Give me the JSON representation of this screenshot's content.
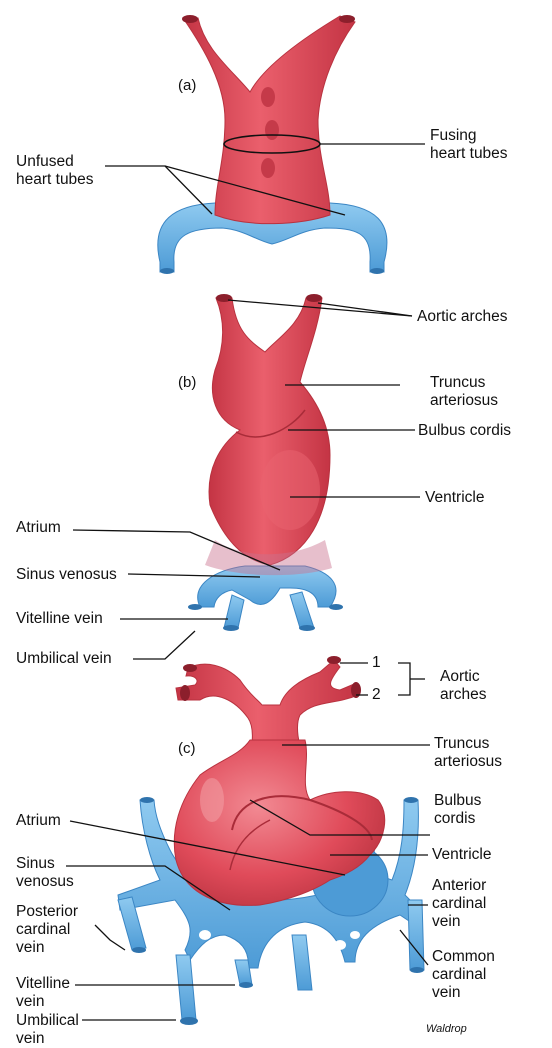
{
  "panels": [
    {
      "id": "a",
      "label": "(a)",
      "labels": {
        "fusing": [
          "Fusing",
          "heart tubes"
        ],
        "unfused": [
          "Unfused",
          "heart tubes"
        ]
      }
    },
    {
      "id": "b",
      "label": "(b)",
      "labels": {
        "aortic_arches": "Aortic arches",
        "truncus": [
          "Truncus",
          "arteriosus"
        ],
        "bulbus": "Bulbus cordis",
        "ventricle": "Ventricle",
        "atrium": "Atrium",
        "sinus": "Sinus venosus",
        "vitelline": "Vitelline vein",
        "umbilical": "Umbilical vein"
      }
    },
    {
      "id": "c",
      "label": "(c)",
      "labels": {
        "arch_1": "1",
        "arch_2": "2",
        "aortic_arches": [
          "Aortic",
          "arches"
        ],
        "truncus": [
          "Truncus",
          "arteriosus"
        ],
        "bulbus": [
          "Bulbus",
          "cordis"
        ],
        "atrium": "Atrium",
        "ventricle": "Ventricle",
        "sinus": [
          "Sinus",
          "venosus"
        ],
        "anterior_cardinal": [
          "Anterior",
          "cardinal",
          "vein"
        ],
        "posterior_cardinal": [
          "Posterior",
          "cardinal",
          "vein"
        ],
        "common_cardinal": [
          "Common",
          "cardinal",
          "vein"
        ],
        "vitelline": [
          "Vitelline",
          "vein"
        ],
        "umbilical": [
          "Umbilical",
          "vein"
        ]
      }
    }
  ],
  "artist": "Waldrop",
  "colors": {
    "arterial": "#e04b5a",
    "arterial_dark": "#b8323f",
    "arterial_light": "#f3a0a6",
    "venous": "#6fb6e6",
    "venous_dark": "#3b86c4",
    "venous_light": "#b9dcf4",
    "leader": "#111111"
  }
}
